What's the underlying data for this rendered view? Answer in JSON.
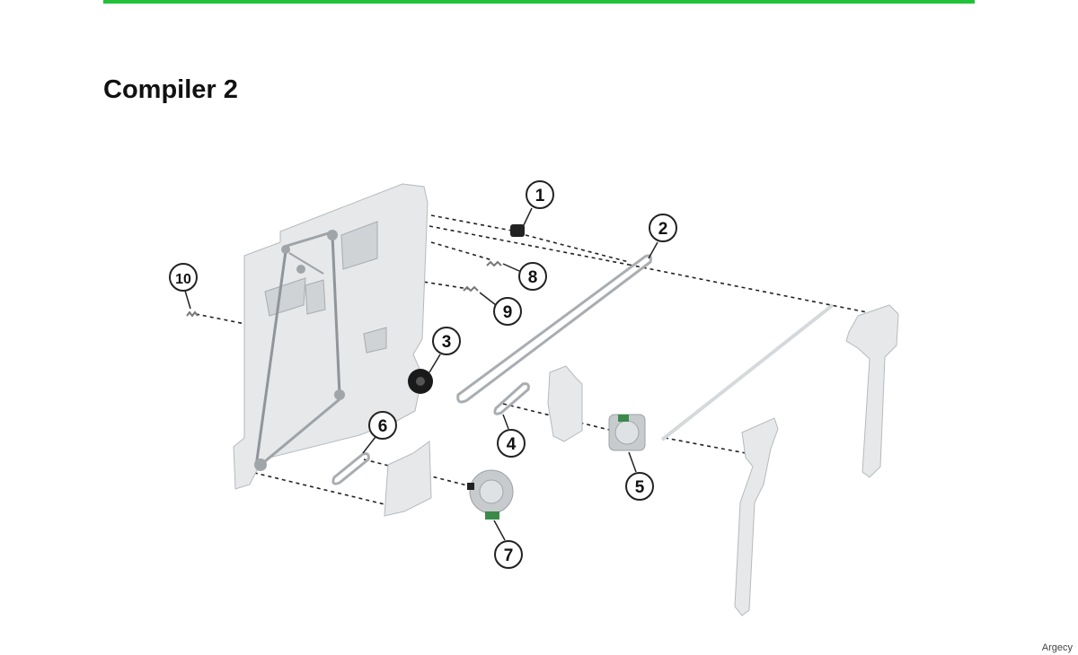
{
  "header": {
    "title": "Compiler 2",
    "accent_color": "#22c13a"
  },
  "diagram": {
    "callouts": [
      {
        "id": "callout-1",
        "label": "1"
      },
      {
        "id": "callout-2",
        "label": "2"
      },
      {
        "id": "callout-3",
        "label": "3"
      },
      {
        "id": "callout-4",
        "label": "4"
      },
      {
        "id": "callout-5",
        "label": "5"
      },
      {
        "id": "callout-6",
        "label": "6"
      },
      {
        "id": "callout-7",
        "label": "7"
      },
      {
        "id": "callout-8",
        "label": "8"
      },
      {
        "id": "callout-9",
        "label": "9"
      },
      {
        "id": "callout-10",
        "label": "10"
      }
    ]
  },
  "footer": {
    "brand": "Argecy"
  }
}
